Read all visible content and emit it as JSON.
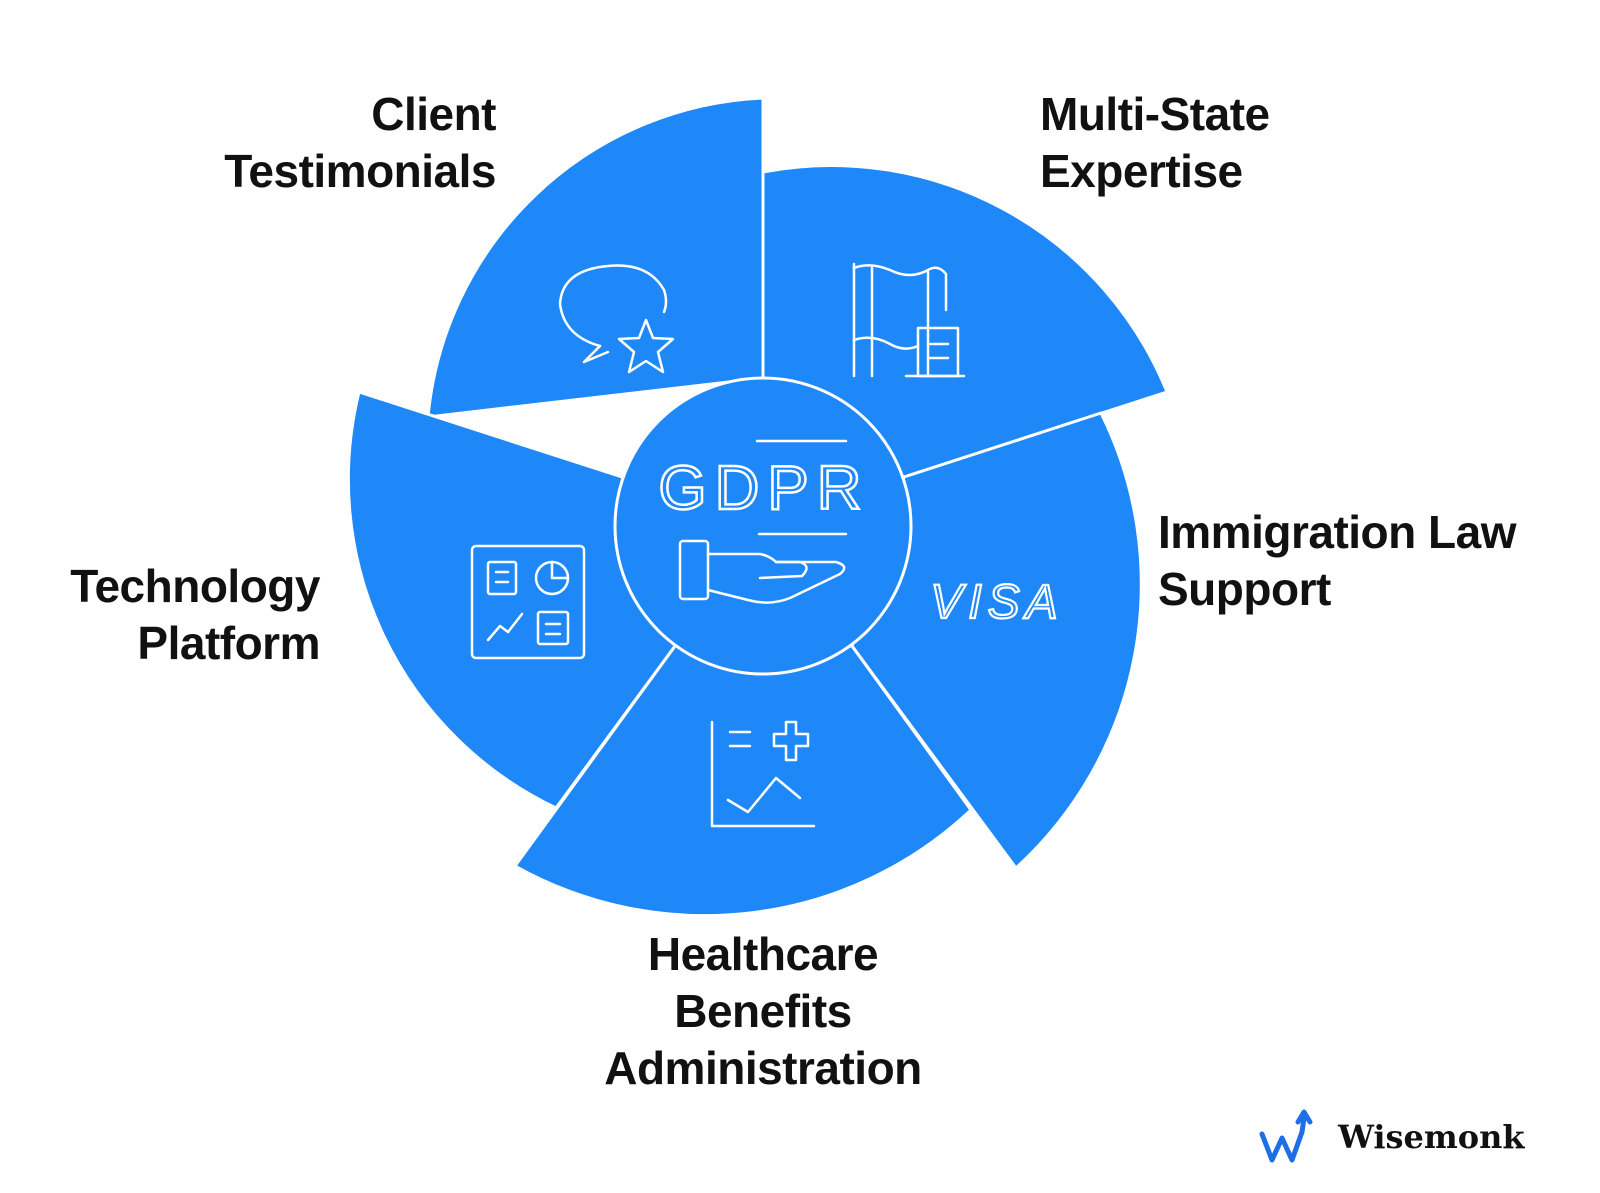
{
  "colors": {
    "segment_fill": "#1E88F8",
    "line": "#ffffff",
    "text": "#111111",
    "logo_accent": "#1E6FE6"
  },
  "hub": {
    "label": "GDPR",
    "icon": "gdpr-hand-icon"
  },
  "segments": [
    {
      "id": "client-testimonials",
      "lines": [
        "Client",
        "Testimonials"
      ],
      "icon": "chat-star-icon"
    },
    {
      "id": "multi-state-expertise",
      "lines": [
        "Multi-State",
        "Expertise"
      ],
      "icon": "flag-document-icon"
    },
    {
      "id": "immigration-law-support",
      "lines": [
        "Immigration Law",
        "Support"
      ],
      "icon": "visa-icon",
      "icon_text": "VISA"
    },
    {
      "id": "healthcare-benefits-administration",
      "lines": [
        "Healthcare",
        "Benefits",
        "Administration"
      ],
      "icon": "medical-chart-icon"
    },
    {
      "id": "technology-platform",
      "lines": [
        "Technology",
        "Platform"
      ],
      "icon": "dashboard-icon"
    }
  ],
  "brand": {
    "name": "Wisemonk",
    "icon": "wisemonk-logo-icon"
  }
}
